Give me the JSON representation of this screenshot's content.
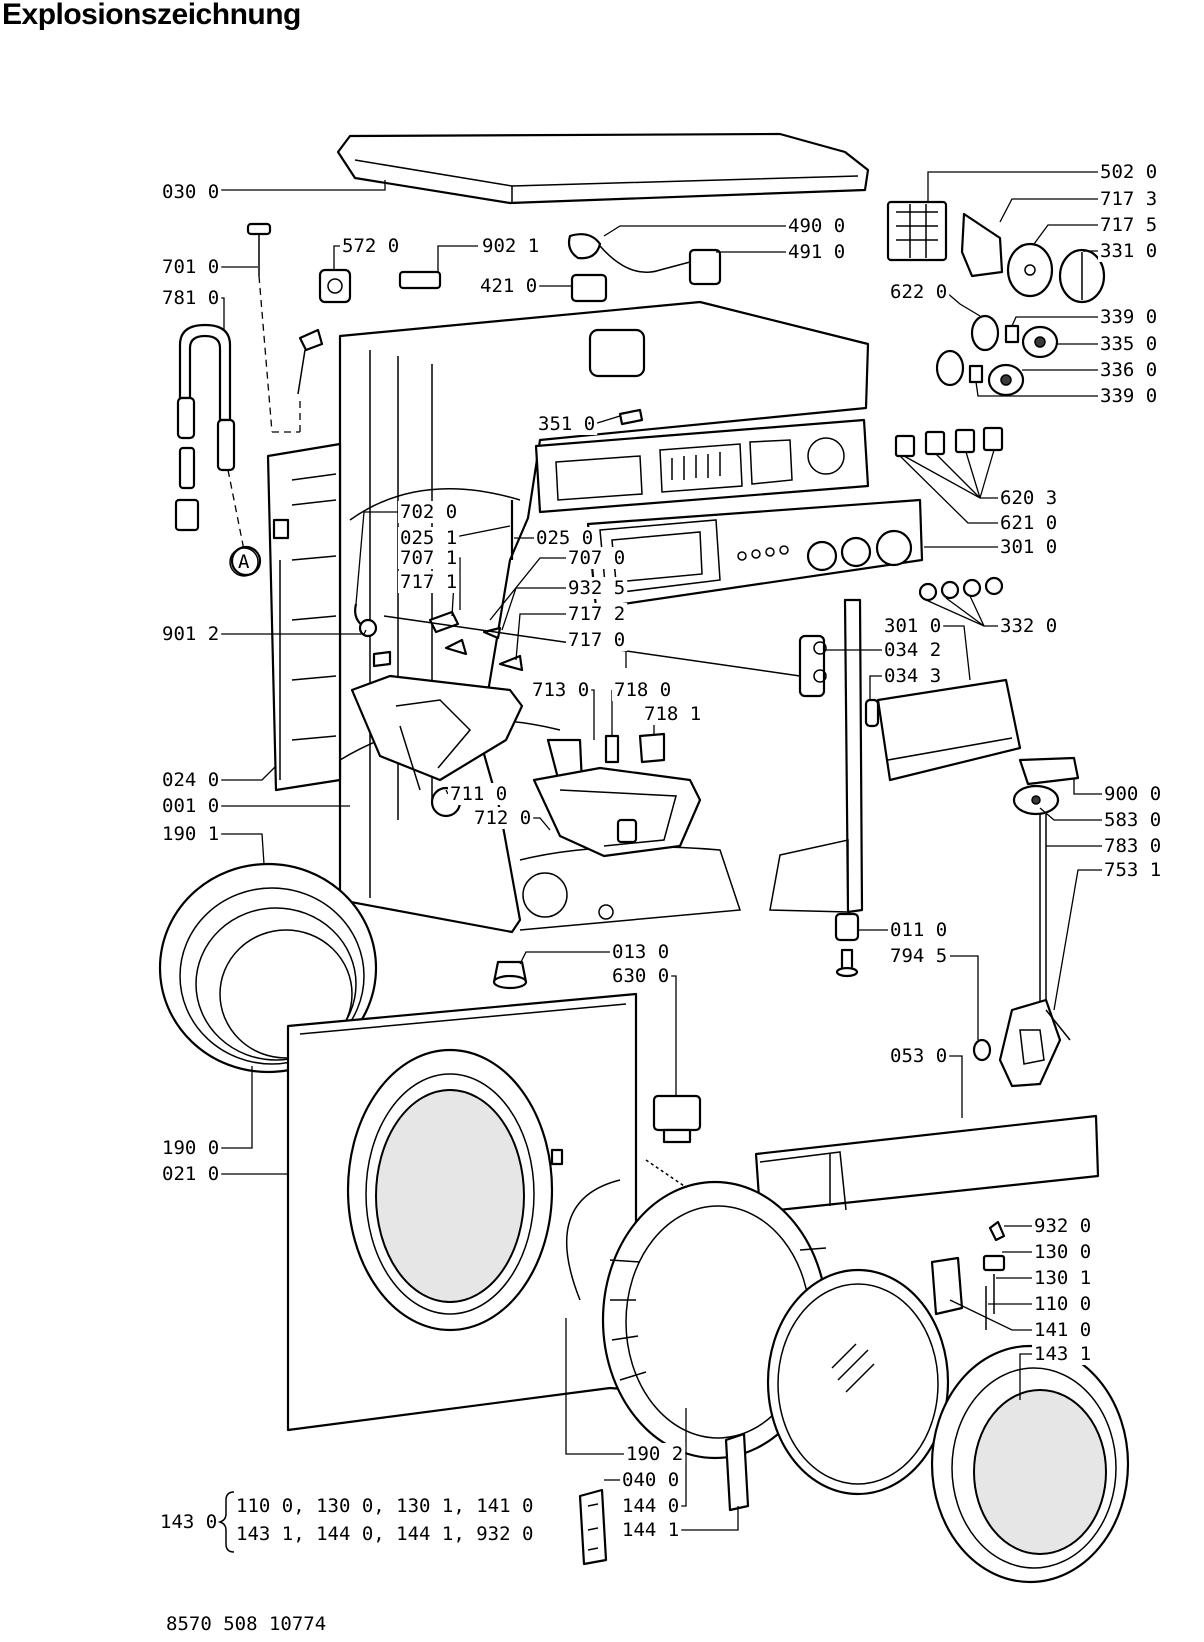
{
  "title": "Explosionszeichnung",
  "drawing_number": "8570 508 10774",
  "detail_marker": "A",
  "parts": [
    {
      "id": "030",
      "label": "030 0"
    },
    {
      "id": "701",
      "label": "701 0"
    },
    {
      "id": "781",
      "label": "781 0"
    },
    {
      "id": "572",
      "label": "572 0"
    },
    {
      "id": "9021",
      "label": "902 1"
    },
    {
      "id": "490",
      "label": "490 0"
    },
    {
      "id": "491",
      "label": "491 0"
    },
    {
      "id": "421",
      "label": "421 0"
    },
    {
      "id": "502",
      "label": "502 0"
    },
    {
      "id": "7173",
      "label": "717 3"
    },
    {
      "id": "7175",
      "label": "717 5"
    },
    {
      "id": "331",
      "label": "331 0"
    },
    {
      "id": "622",
      "label": "622 0"
    },
    {
      "id": "339a",
      "label": "339 0"
    },
    {
      "id": "335",
      "label": "335 0"
    },
    {
      "id": "336",
      "label": "336 0"
    },
    {
      "id": "339b",
      "label": "339 0"
    },
    {
      "id": "351",
      "label": "351 0"
    },
    {
      "id": "6203",
      "label": "620 3"
    },
    {
      "id": "621",
      "label": "621 0"
    },
    {
      "id": "702",
      "label": "702 0"
    },
    {
      "id": "0251",
      "label": "025 1"
    },
    {
      "id": "025",
      "label": "025 0"
    },
    {
      "id": "301a",
      "label": "301 0"
    },
    {
      "id": "7071",
      "label": "707 1"
    },
    {
      "id": "7171",
      "label": "717 1"
    },
    {
      "id": "707",
      "label": "707 0"
    },
    {
      "id": "9325",
      "label": "932 5"
    },
    {
      "id": "9012",
      "label": "901 2"
    },
    {
      "id": "7172",
      "label": "717 2"
    },
    {
      "id": "717",
      "label": "717 0"
    },
    {
      "id": "301b",
      "label": "301 0"
    },
    {
      "id": "332",
      "label": "332 0"
    },
    {
      "id": "0342",
      "label": "034 2"
    },
    {
      "id": "0343",
      "label": "034 3"
    },
    {
      "id": "713",
      "label": "713 0"
    },
    {
      "id": "718",
      "label": "718 0"
    },
    {
      "id": "7181",
      "label": "718 1"
    },
    {
      "id": "024",
      "label": "024 0"
    },
    {
      "id": "711",
      "label": "711 0"
    },
    {
      "id": "001",
      "label": "001 0"
    },
    {
      "id": "712",
      "label": "712 0"
    },
    {
      "id": "900",
      "label": "900 0"
    },
    {
      "id": "583",
      "label": "583 0"
    },
    {
      "id": "1901",
      "label": "190 1"
    },
    {
      "id": "783",
      "label": "783 0"
    },
    {
      "id": "7531",
      "label": "753 1"
    },
    {
      "id": "011",
      "label": "011 0"
    },
    {
      "id": "013",
      "label": "013 0"
    },
    {
      "id": "7945",
      "label": "794 5"
    },
    {
      "id": "630",
      "label": "630 0"
    },
    {
      "id": "053",
      "label": "053 0"
    },
    {
      "id": "190",
      "label": "190 0"
    },
    {
      "id": "021",
      "label": "021 0"
    },
    {
      "id": "932",
      "label": "932 0"
    },
    {
      "id": "130",
      "label": "130 0"
    },
    {
      "id": "1301",
      "label": "130 1"
    },
    {
      "id": "110",
      "label": "110 0"
    },
    {
      "id": "141",
      "label": "141 0"
    },
    {
      "id": "1431",
      "label": "143 1"
    },
    {
      "id": "1902",
      "label": "190 2"
    },
    {
      "id": "040",
      "label": "040 0"
    },
    {
      "id": "144",
      "label": "144 0"
    },
    {
      "id": "1441",
      "label": "144 1"
    }
  ],
  "kit": {
    "label": "143 0",
    "line1": "110 0,  130 0,  130 1,  141 0",
    "line2": "143 1,  144 0,  144 1,  932 0"
  }
}
